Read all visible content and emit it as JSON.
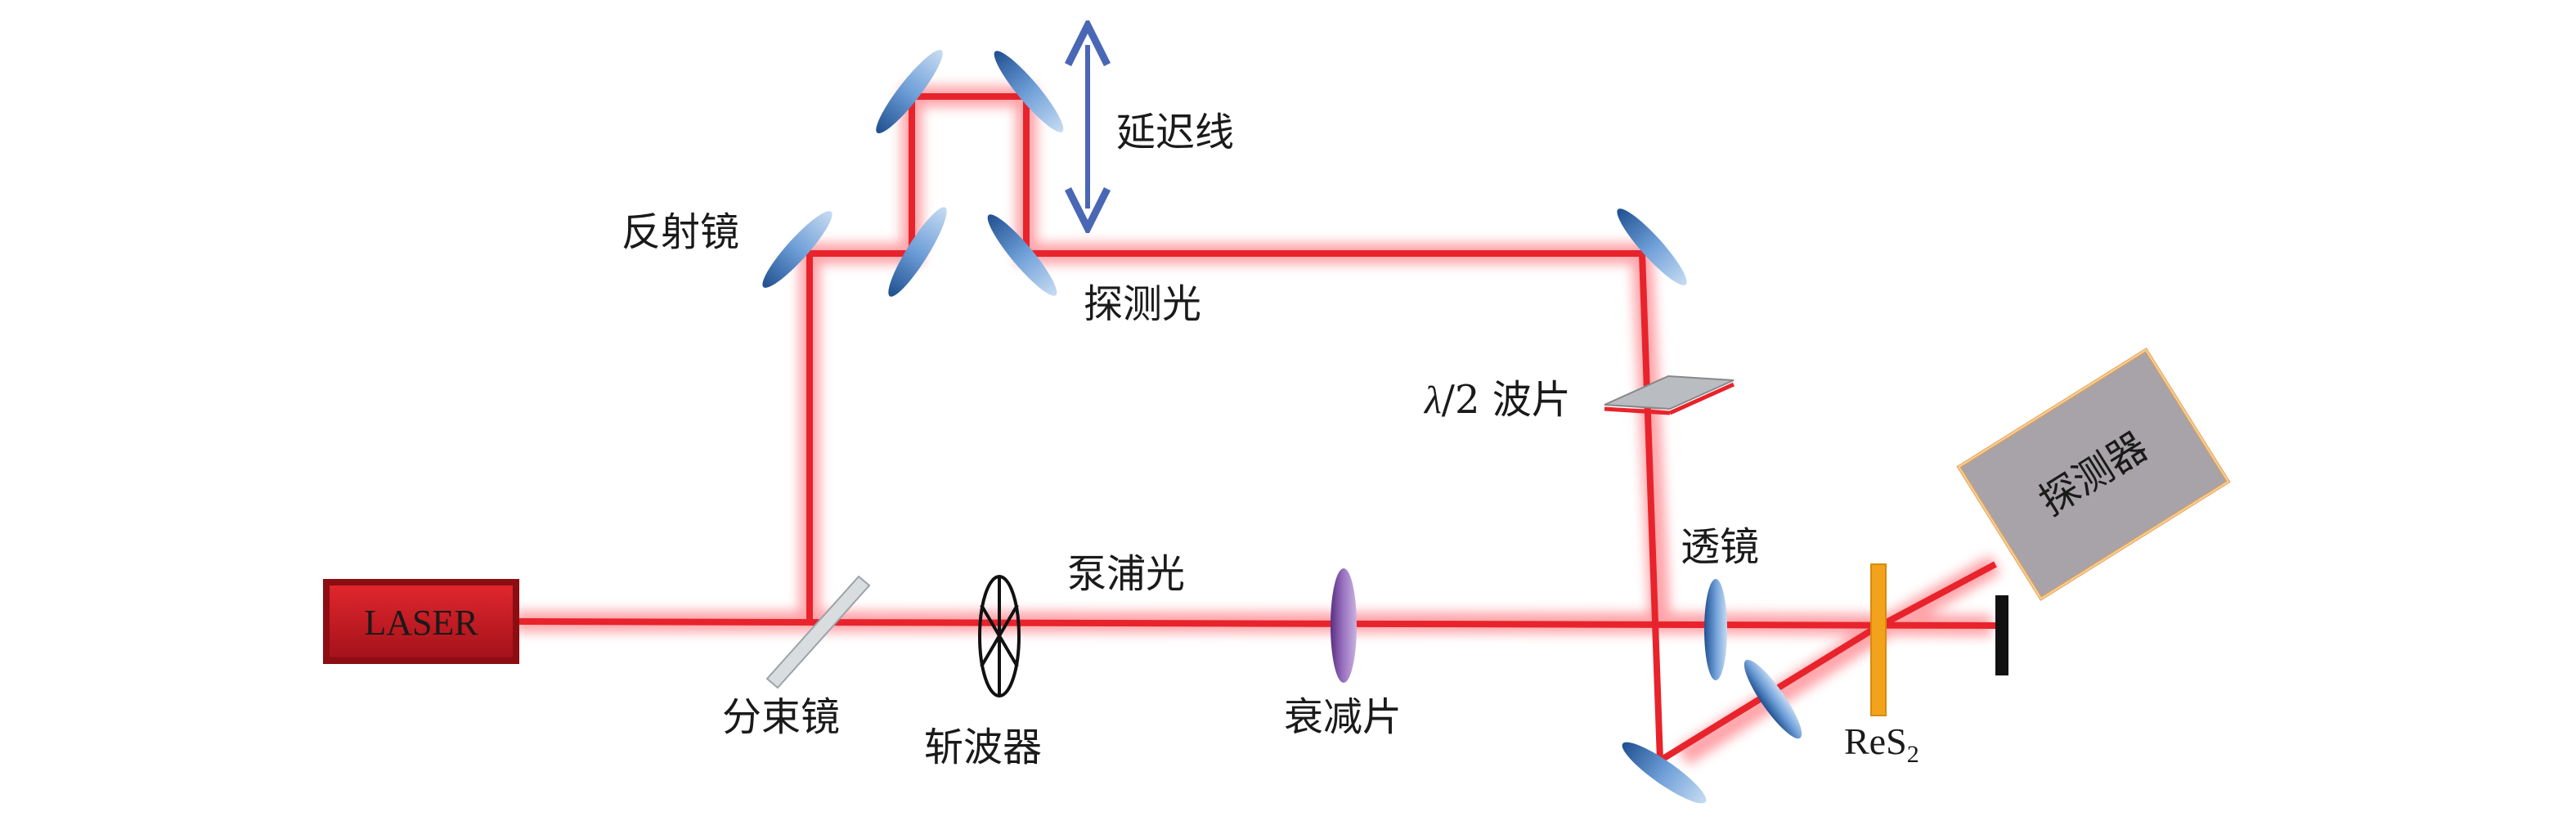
{
  "diagram": {
    "labels": {
      "laser": "LASER",
      "delay_line": "延迟线",
      "mirror": "反射镜",
      "probe_light": "探测光",
      "half_wave_plate_symbol": "λ",
      "half_wave_plate_text": "/2 波片",
      "detector": "探测器",
      "lens": "透镜",
      "pump_light": "泵浦光",
      "beam_splitter": "分束镜",
      "chopper": "斩波器",
      "attenuator": "衰减片",
      "sample_main": "ReS",
      "sample_sub": "2"
    },
    "colors": {
      "beam": "#e8232b",
      "beam_glow": "#ff5a64",
      "laser_box": "#c4161c",
      "mirror": "#4a7fc1",
      "attenuator": "#7b4fa0",
      "sample": "#f2a31b",
      "arrow": "#4a67b5",
      "detector_fill": "#a8a3a8",
      "detector_border": "#e8a046"
    }
  }
}
